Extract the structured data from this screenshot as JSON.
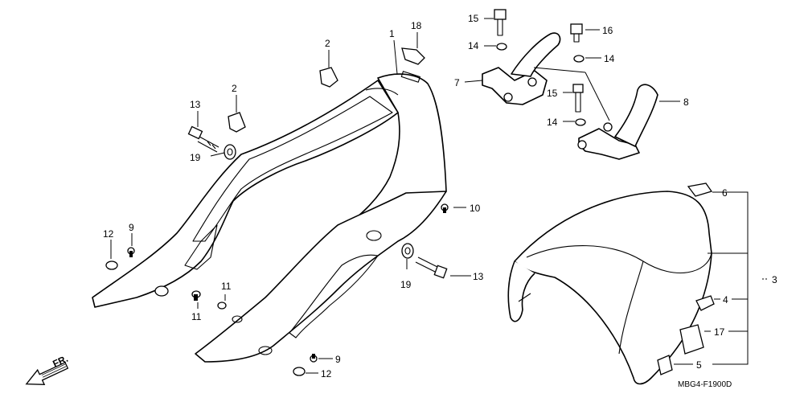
{
  "callouts": {
    "c1": "1",
    "c2a": "2",
    "c2b": "2",
    "c3": "3",
    "c4": "4",
    "c5": "5",
    "c6": "6",
    "c7": "7",
    "c8": "8",
    "c9a": "9",
    "c9b": "9",
    "c10": "10",
    "c11a": "11",
    "c11b": "11",
    "c12a": "12",
    "c12b": "12",
    "c13a": "13",
    "c13b": "13",
    "c14a": "14",
    "c14b": "14",
    "c14c": "14",
    "c15a": "15",
    "c15b": "15",
    "c16": "16",
    "c17": "17",
    "c18": "18",
    "c19a": "19",
    "c19b": "19"
  },
  "direction_label": "FR.",
  "figure_code": "MBG4-F1900D"
}
